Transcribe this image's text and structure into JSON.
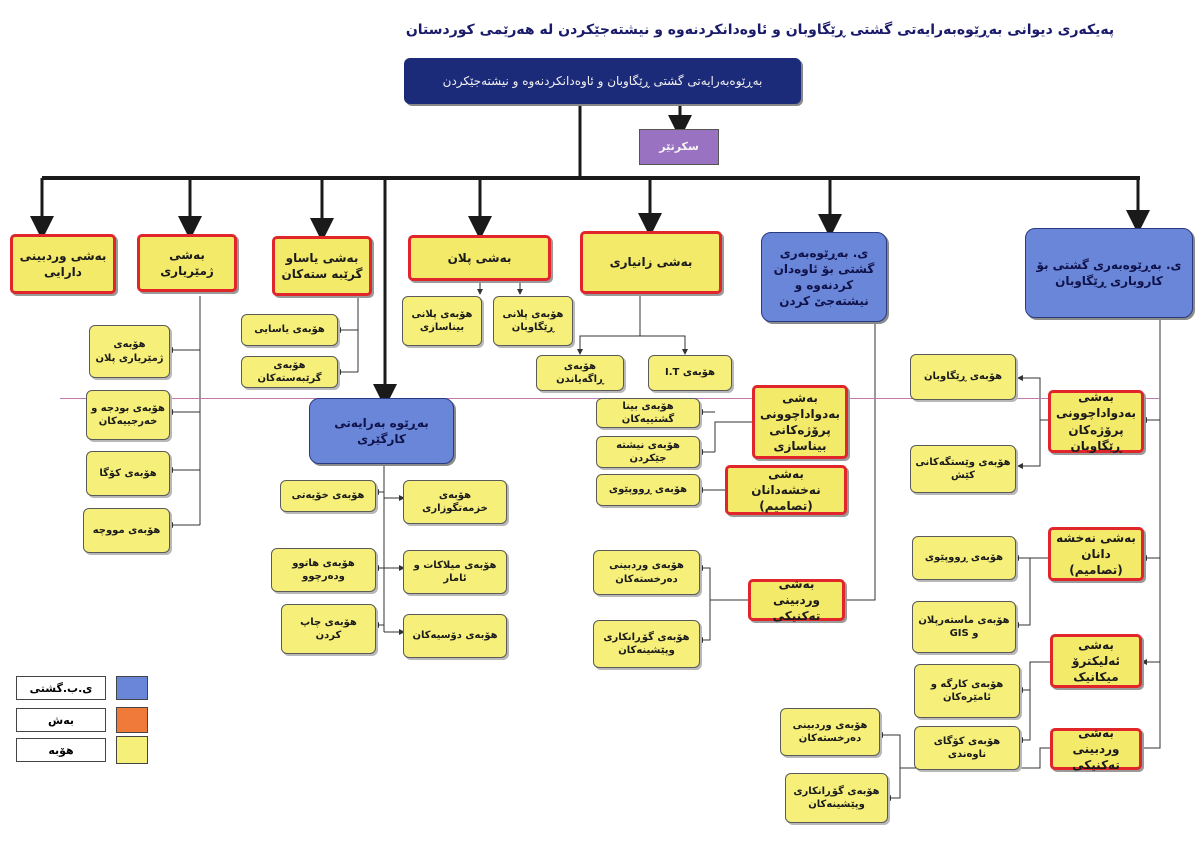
{
  "title": "پەیکەری دیوانی بەڕێوەبەرایەتی گشتی ڕێگاوبان و ئاوەدانکردنەوە و نیشتەجێکردن لە هەرێمی کوردستان",
  "director": "بەڕێوەبەرایەتی گشتی ڕێگاوبان و ئاوەدانکردنەوە و نیشتەجێکردن",
  "secretary": "سکرتێر",
  "general_directorates": {
    "roads": "ی. بەڕێوەبەری گشتی بۆ کاروباری ڕێگاوبان",
    "reconstruction": "ی. بەڕێوەبەری گشتی بۆ ئاوەدان کردنەوە و نیشتەجێ کردن",
    "administration": "بەڕێوە بەرایەتی کارگێری"
  },
  "sections": {
    "property_audit": "بەشی وردبینی دارایی",
    "accounting": "بەشی ژمێریاری",
    "legal": "بەشی یاساو گرێبە ستەکان",
    "planning": "بەشی پلان",
    "it": "بەشی زانیاری",
    "followup_building": "بەشی بەدواداچوونی پرۆژەکانی بیناسازی",
    "design_mid": "بەشی نەخشەدانان (تصاميم)",
    "tech_audit_mid": "بەشی وردبینی تەکنیکی",
    "followup_roads": "بەشی بەدواداچوونی پرۆژەکان ڕێگاوبان",
    "design_right": "بەشی نەخشە دانان (تصاميم)",
    "electromechanical": "بەشی ئەلیکترۆ میکانیک",
    "tech_audit_right": "بەشی وردبینی تەکنیکی"
  },
  "units": {
    "acc_planning": "هۆبەی ژمێریاری پلان",
    "budget": "هۆبەی بودجە و خەرجییەکان",
    "warehouse": "هۆبەی کۆگا",
    "salary": "هۆبەی مووچە",
    "legal_unit": "هۆبەی یاسایی",
    "contracts": "هۆبەی گرێبەستەکان",
    "build_plan": "هۆبەی پلانی بیناسازی",
    "road_plan": "هۆبەی پلانی ڕێگاوبان",
    "media": "هۆبەی ڕاگەیاندن",
    "it_unit": "هۆبەی I.T",
    "public_build": "هۆبەی بینا گشتییەکان",
    "housing": "هۆبەی نیشتە جێکردن",
    "survey_mid": "هۆبەی ڕووپێوی",
    "mat_audit_mid": "هۆبەی وردبینی دەرخستەکان",
    "drawings_mid": "هۆبەی گۆڕانکاری وپێشینەکان",
    "personnel": "هۆبەی خۆیەتی",
    "services": "هۆبەی خزمەتگوزاری",
    "correspondence": "هۆبەی هاتوو ودەرچوو",
    "properties": "هۆبەی میلاکات و ئامار",
    "printing": "هۆبەی چاپ کردن",
    "files": "هۆبەی دۆسیەکان",
    "roads_unit": "هۆبەی ڕێگاوبان",
    "bridges": "هۆبەی وێستگەکانی کێش",
    "survey_right": "هۆبەی ڕووپێوی",
    "masterplan": "هۆبەی ماستەرپلان و GIS",
    "workshop": "هۆبەی کارگە و ئامێرەکان",
    "central_store": "هۆبەی کۆگای ناوەندی",
    "mat_audit_right": "هۆبەی وردبینی دەرخستەکان",
    "drawings_right": "هۆبەی گۆڕانکاری وپێشینەکان"
  },
  "legend": [
    {
      "label": "ی.ب.گشتی",
      "color": "#6a86d8"
    },
    {
      "label": "بەش",
      "color": "#f07a3a"
    },
    {
      "label": "هۆبە",
      "color": "#f6f07a"
    }
  ],
  "colors": {
    "connector": "#1a1a1a",
    "section_border": "#e0262a",
    "general_fill": "#6a86d8",
    "unit_fill": "#f6f07a",
    "director_fill": "#1c2a7a"
  }
}
